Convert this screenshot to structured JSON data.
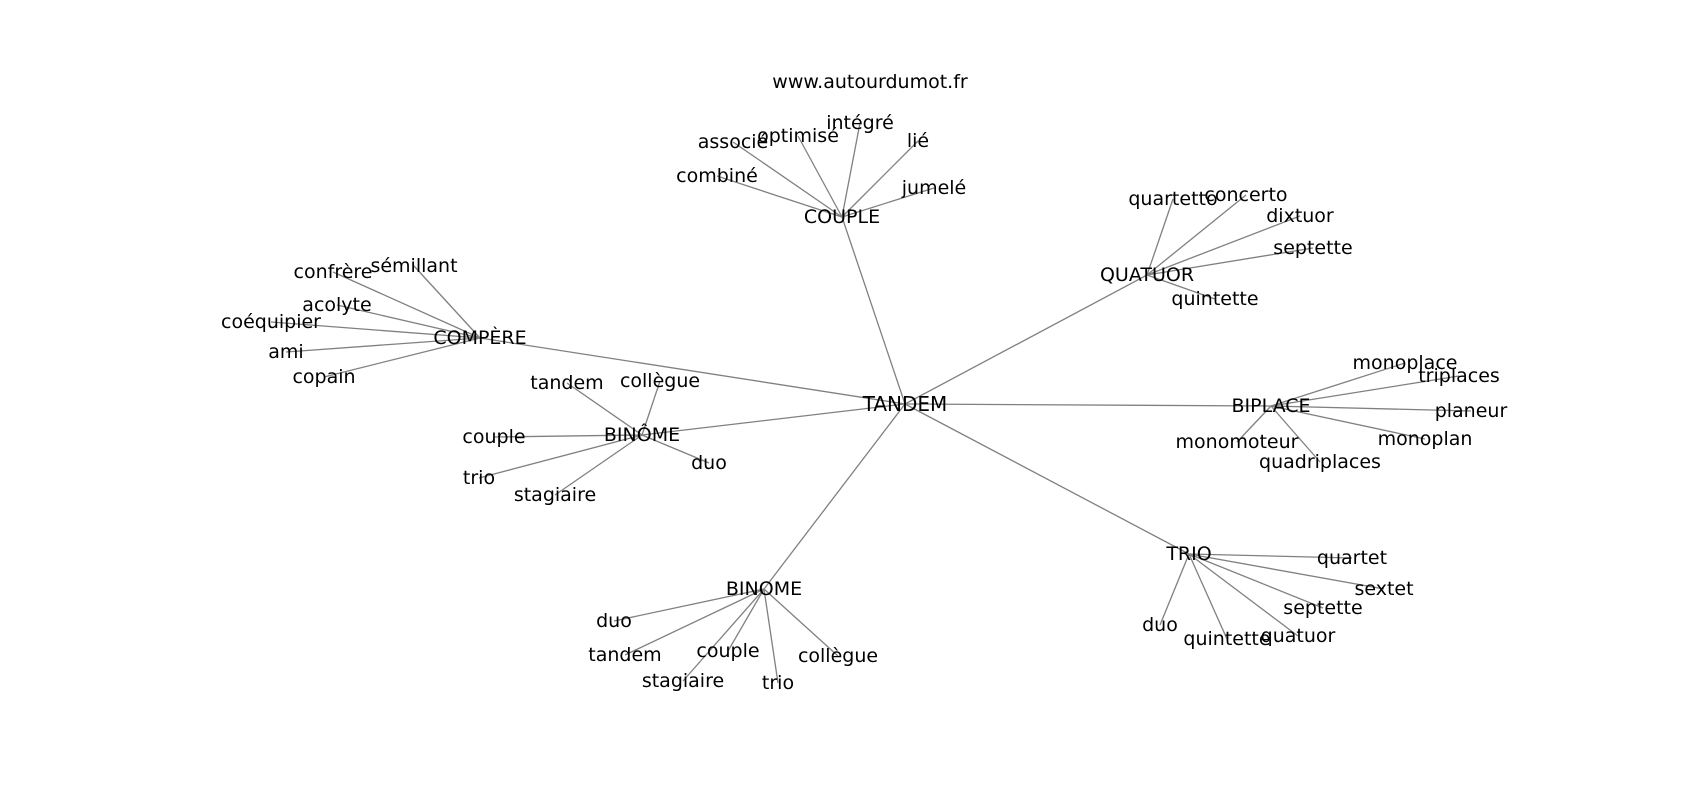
{
  "site_url": "www.autourdumot.fr",
  "colors": {
    "edge": "#808080",
    "text": "#000000",
    "background": "#ffffff"
  },
  "root": "TANDEM",
  "groups": [
    {
      "label": "COUPLE",
      "words": [
        "associé",
        "optimisé",
        "intégré",
        "lié",
        "combiné",
        "jumelé"
      ]
    },
    {
      "label": "QUATUOR",
      "words": [
        "quartetto",
        "concerto",
        "dixtuor",
        "septette",
        "quintette"
      ]
    },
    {
      "label": "COMPÈRE",
      "words": [
        "confrère",
        "sémillant",
        "acolyte",
        "coéquipier",
        "ami",
        "copain"
      ]
    },
    {
      "label": "BINÔME",
      "words": [
        "tandem",
        "collègue",
        "couple",
        "duo",
        "trio",
        "stagiaire"
      ]
    },
    {
      "label": "BIPLACE",
      "words": [
        "monoplace",
        "triplaces",
        "planeur",
        "monomoteur",
        "monoplan",
        "quadriplaces"
      ]
    },
    {
      "label": "TRIO",
      "words": [
        "quartet",
        "sextet",
        "septette",
        "duo",
        "quatuor",
        "quintette"
      ]
    },
    {
      "label": "BINOME",
      "words": [
        "duo",
        "tandem",
        "couple",
        "collègue",
        "stagiaire",
        "trio"
      ]
    }
  ]
}
